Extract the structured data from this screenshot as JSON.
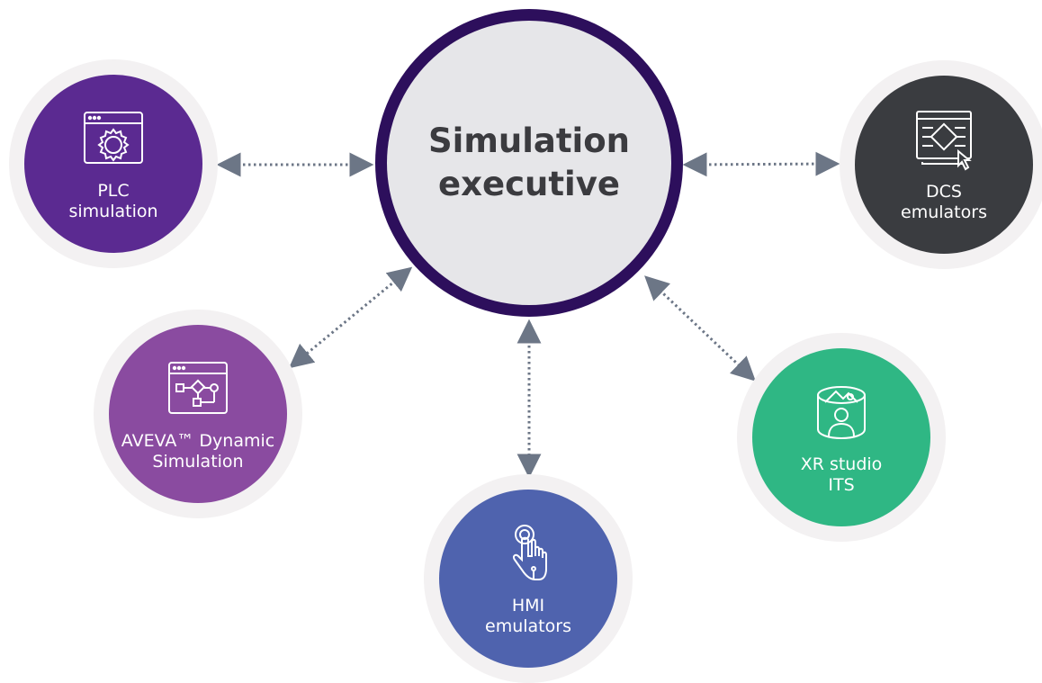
{
  "center": {
    "line1": "Simulation",
    "line2": "executive"
  },
  "nodes": {
    "plc": {
      "line1": "PLC",
      "line2": "simulation",
      "icon": "gear-window-icon",
      "color": "#5b2a91"
    },
    "dcs": {
      "line1": "DCS",
      "line2": "emulators",
      "icon": "circuit-window-icon",
      "color": "#3a3c40"
    },
    "aveva": {
      "line1": "AVEVA™ Dynamic",
      "line2": "Simulation",
      "icon": "flow-window-icon",
      "color": "#8a4ba0"
    },
    "hmi": {
      "line1": "HMI",
      "line2": "emulators",
      "icon": "touch-hand-icon",
      "color": "#4f63ae"
    },
    "xr": {
      "line1": "XR studio",
      "line2": "ITS",
      "icon": "immersive-person-icon",
      "color": "#2fb784"
    }
  },
  "link_color": "#6c7686"
}
